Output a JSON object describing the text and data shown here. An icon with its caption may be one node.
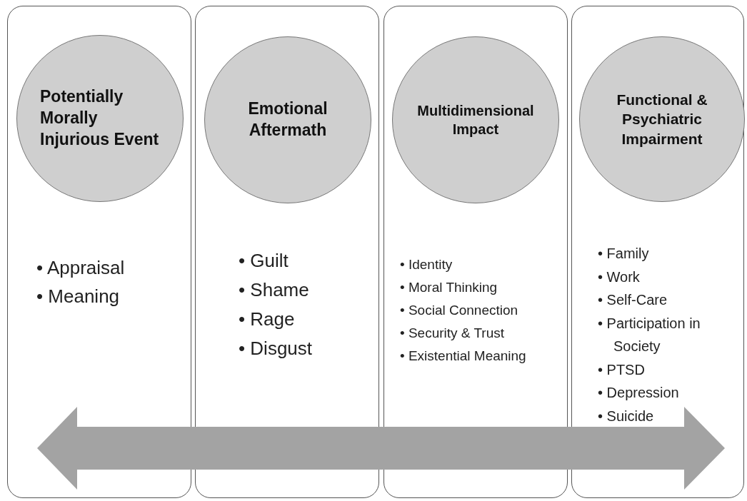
{
  "diagram": {
    "nodes": [
      {
        "text": [
          "• Appraisal",
          "• Meaning"
        ]
      },
      {
        "text": [
          "Potentially Morally Injurious Event"
        ],
        "in": 0
      },
      {
        "text": [
          "• Guilt",
          "• Shame",
          "• Rage",
          "• Disgust"
        ]
      },
      {
        "text": [
          "Emotional Aftermath"
        ],
        "in": 2
      },
      {
        "text": [
          "• Identity",
          "• Moral Thinking",
          "• Social Connection",
          "• Security & Trust",
          "• Existential Meaning"
        ]
      },
      {
        "text": [
          "Multidimensional Impact"
        ],
        "in": 4
      },
      {
        "text": [
          "• Family",
          "• Work",
          "• Self-Care",
          "• Participation in Society",
          "• PTSD",
          "• Depression",
          "• Suicide"
        ]
      },
      {
        "text": [
          "Functional & Psychiatric Impairment"
        ],
        "in": 6
      }
    ]
  }
}
